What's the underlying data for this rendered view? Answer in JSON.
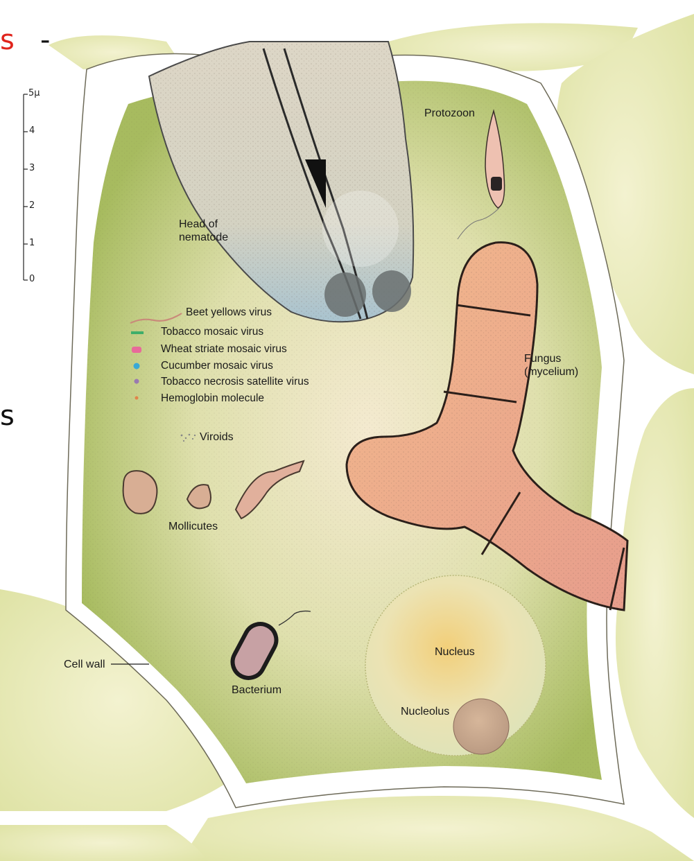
{
  "slide_fragments": {
    "top_left": "s",
    "top_dash": "-",
    "mid_left": "s",
    "colors": {
      "red": "#e0241c",
      "black": "#111111"
    }
  },
  "scale": {
    "unit_label": "5μ",
    "ticks": [
      "4",
      "3",
      "2",
      "1",
      "0"
    ]
  },
  "labels": {
    "protozoon": "Protozoon",
    "nematode": "Head of\nnematode",
    "fungus": "Fungus\n(mycelium)",
    "viroids": "Viroids",
    "mollicutes": "Mollicutes",
    "cell_wall": "Cell wall",
    "bacterium": "Bacterium",
    "nucleus": "Nucleus",
    "nucleolus": "Nucleolus"
  },
  "legend": [
    {
      "label": "Beet yellows virus",
      "color": "#c98a7a",
      "icon": "wavy-line-icon"
    },
    {
      "label": "Tobacco mosaic virus",
      "color": "#3fae6a",
      "icon": "short-rod-icon"
    },
    {
      "label": "Wheat striate mosaic virus",
      "color": "#e86a9a",
      "icon": "bullet-icon"
    },
    {
      "label": "Cucumber mosaic virus",
      "color": "#39a9d6",
      "icon": "dot-icon"
    },
    {
      "label": "Tobacco necrosis satellite virus",
      "color": "#9a7ab0",
      "icon": "small-dot-icon"
    },
    {
      "label": "Hemoglobin molecule",
      "color": "#e0844a",
      "icon": "tiny-dot-icon"
    }
  ],
  "colors": {
    "cytoplasm_outer": "#a9bb5e",
    "cytoplasm_inner": "#f0e6b8",
    "neighbor_cells": "#eceec0",
    "cell_wall": "#ffffff",
    "fungus": "#e9a583",
    "nucleus": "#efdf9a",
    "nematode": "#d9d3c6"
  }
}
